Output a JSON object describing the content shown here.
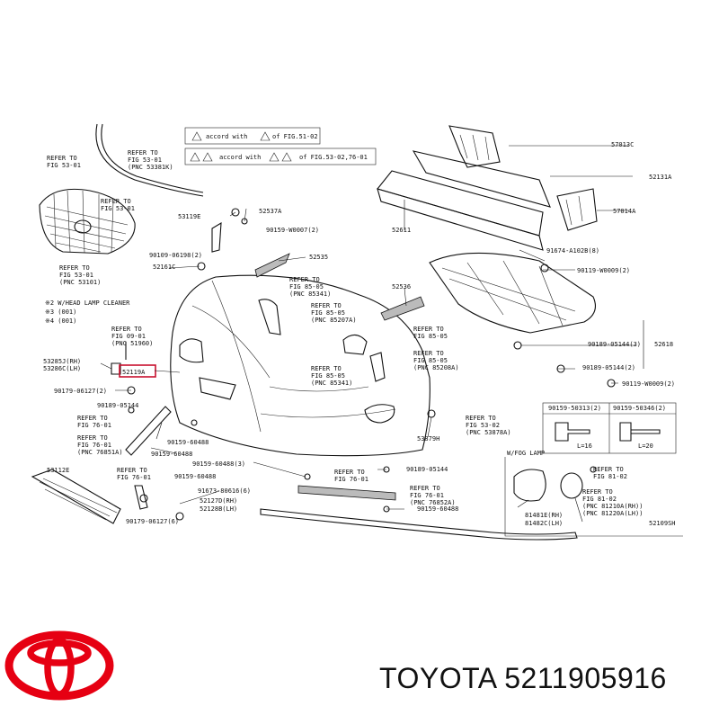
{
  "brand": {
    "caption": "TOYOTA 5211905916",
    "logo_color": "#e60012"
  },
  "diagram": {
    "figure_code": "52109SH",
    "highlight_color": "#c8102e",
    "legend": {
      "row1": [
        "accord with",
        "of FIG.51-02"
      ],
      "row2": [
        "accord with",
        "of FIG.53-02,76-01"
      ]
    },
    "notes": [
      "※2 W/HEAD LAMP CLEANER",
      "※3 (001)",
      "※4 (001)"
    ],
    "part_numbers": [
      "57013C",
      "52131A",
      "57014A",
      "91674-A102B(8)",
      "90119-W0009(2)",
      "52611",
      "90189-05144(3)",
      "52618",
      "90189-05144(2)",
      "90119-W0009(2)",
      "90159-50313(2)",
      "90159-50346(2)",
      "53879H",
      "52536",
      "53119E",
      "52537A",
      "90159-W0007(2)",
      "52535",
      "90109-06198(2)",
      "52161C",
      "53285J(RH)",
      "53286C(LH)",
      "52119A",
      "90179-06127(2)",
      "90189-05144",
      "90159-60488",
      "90159-60488",
      "53112E",
      "90159-60488(3)",
      "90159-60488",
      "90189-05144",
      "91673-80616(6)",
      "52127D(RH)",
      "52128B(LH)",
      "90179-06127(6)",
      "90159-60488",
      "81481E(RH)",
      "81482C(LH)"
    ],
    "refers": [
      "REFER TO FIG 53-01",
      "REFER TO FIG 53-01",
      "REFER TO FIG 53-01 (PNC 53101)",
      "REFER TO FIG 53-01 (PNC 53381K)",
      "REFER TO FIG 09-01 (PNC 51960)",
      "REFER TO FIG 76-01",
      "REFER TO FIG 76-01 (PNC 76851A)",
      "REFER TO FIG 76-01",
      "REFER TO FIG 85-05 (PNC 85341)",
      "REFER TO FIG 85-05 (PNC 85207A)",
      "REFER TO FIG 85-05",
      "REFER TO FIG 85-05 (PNC 85208A)",
      "REFER TO FIG 85-05 (PNC 85341)",
      "REFER TO FIG 53-02 (PNC 53878A)",
      "REFER TO FIG 76-01",
      "REFER TO FIG 76-01 (PNC 76852A)",
      "REFER TO FIG 81-02",
      "REFER TO FIG 81-02 (PNC 81210A(RH)) (PNC 81220A(LH))"
    ],
    "fog_section_label": "W/FOG LAMP",
    "bolt_dims": [
      "L=16",
      "L=20"
    ]
  }
}
